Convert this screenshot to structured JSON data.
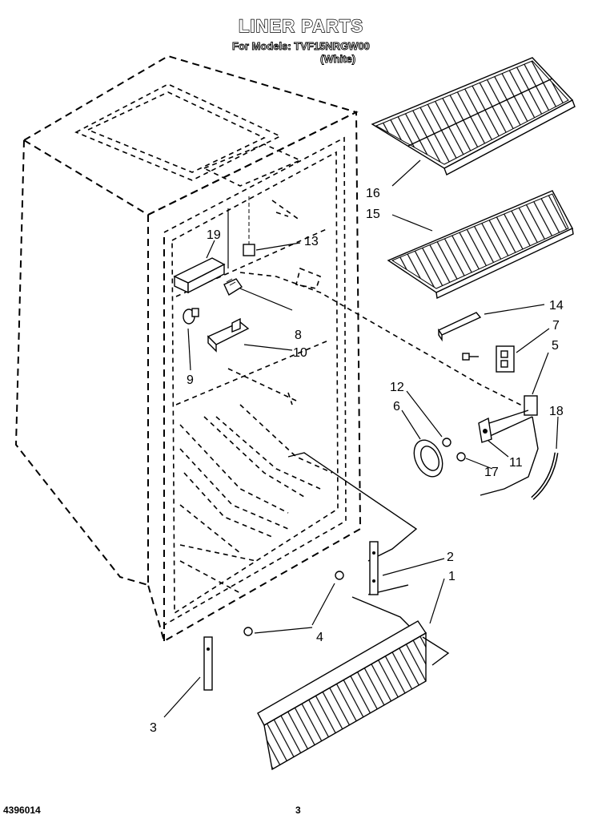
{
  "title": "LINER PARTS",
  "models_line": "For Models: TVF15NRGW00",
  "color_line": "(White)",
  "footer": {
    "doc_number": "4396014",
    "page_number": "3"
  },
  "callouts": {
    "c1": "1",
    "c2": "2",
    "c3": "3",
    "c4": "4",
    "c5": "5",
    "c6": "6",
    "c7": "7",
    "c8": "8",
    "c9": "9",
    "c10": "10",
    "c11": "11",
    "c12": "12",
    "c13": "13",
    "c14": "14",
    "c15": "15",
    "c16": "16",
    "c17": "17",
    "c18": "18",
    "c19": "19"
  }
}
